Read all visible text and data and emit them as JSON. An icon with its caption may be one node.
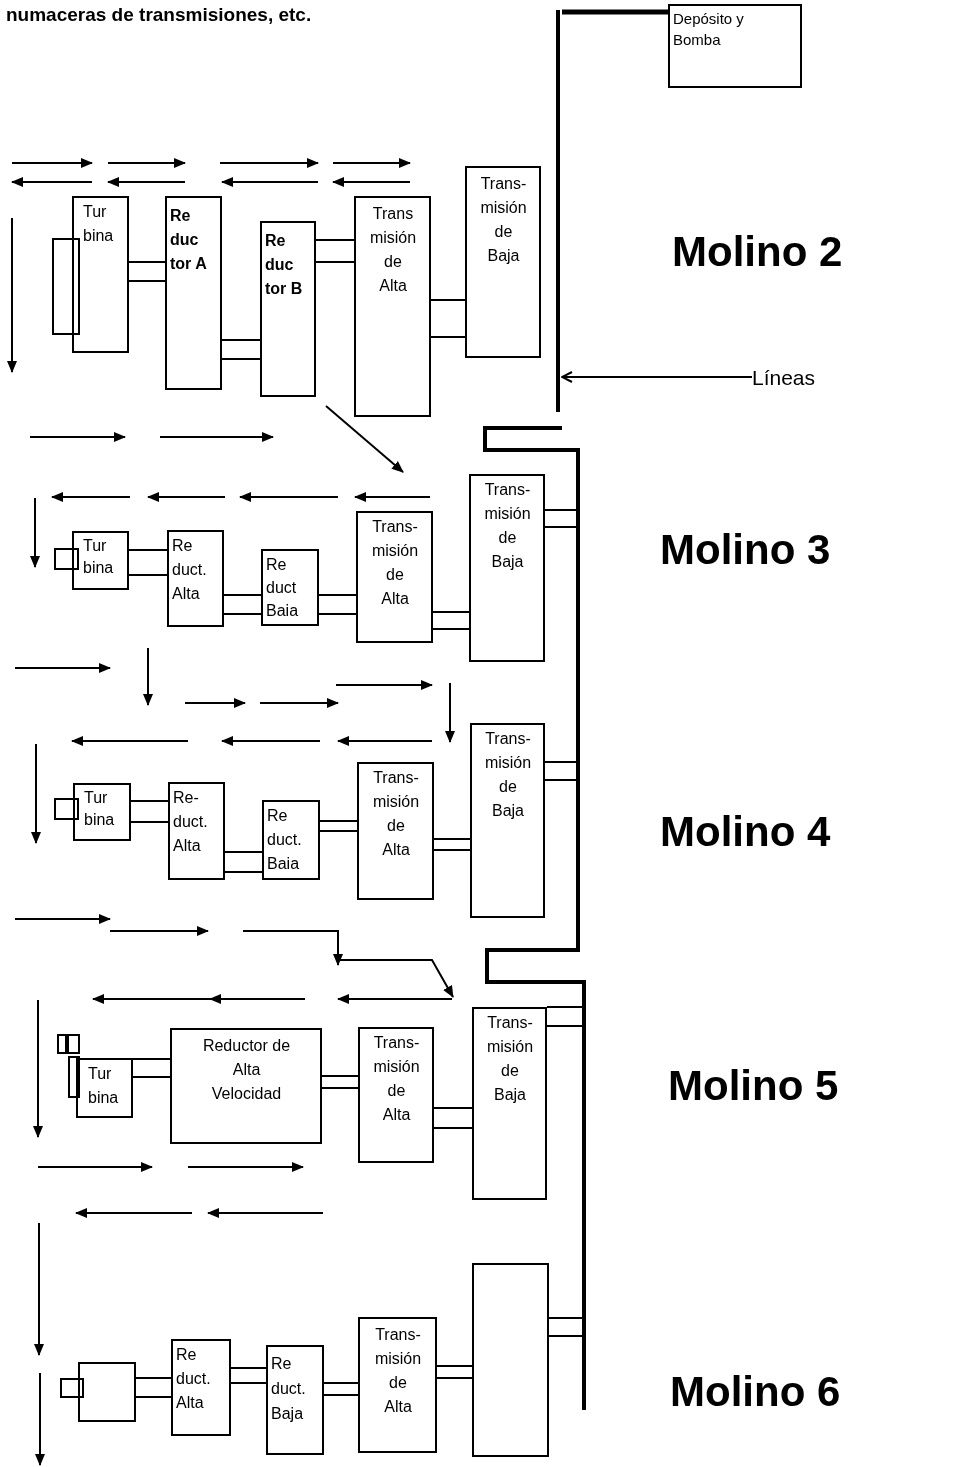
{
  "diagram": {
    "nodes": [
      {
        "text": [
          "Depósito y Bomba"
        ]
      },
      {
        "text": [
          "Líneas"
        ]
      },
      {
        "text": [
          "Tur bina"
        ]
      },
      {
        "text": [
          "Re duc tor A"
        ]
      },
      {
        "text": [
          "Re duc tor B"
        ]
      },
      {
        "text": [
          "Trans misión de Alta"
        ]
      },
      {
        "text": [
          "Trans- misión de Baja"
        ]
      },
      {
        "text": [
          "Tur bina"
        ]
      },
      {
        "text": [
          "Re duct. Alta"
        ]
      },
      {
        "text": [
          "Re duct Baia"
        ]
      },
      {
        "text": [
          "Trans- misión de Alta"
        ]
      },
      {
        "text": [
          "Trans- misión de Baja"
        ]
      },
      {
        "text": [
          "Tur bina"
        ]
      },
      {
        "text": [
          "Re- duct. Alta"
        ]
      },
      {
        "text": [
          "Re duct. Baia"
        ]
      },
      {
        "text": [
          "Trans- misión de Alta"
        ]
      },
      {
        "text": [
          "Trans- misión de Baja"
        ]
      },
      {
        "text": [
          "Tur bina"
        ]
      },
      {
        "text": [
          "Reductor de Alta Velocidad"
        ]
      },
      {
        "text": [
          "Trans- misión de Alta"
        ]
      },
      {
        "text": [
          "Trans- misión de Baja"
        ]
      },
      {
        "text": [],
        "shape": "box"
      },
      {
        "text": [
          "Re duct. Alta"
        ]
      },
      {
        "text": [
          "Re duct. Baja"
        ]
      },
      {
        "text": [
          "Trans- misión de Alta"
        ]
      },
      {
        "text": [],
        "shape": "box"
      },
      {
        "text": [],
        "shape": "bar"
      },
      {
        "text": [],
        "shape": "bar"
      },
      {
        "text": [],
        "shape": "box"
      },
      {
        "text": [],
        "shape": "box"
      },
      {
        "text": [],
        "shape": "box"
      },
      {
        "text": [],
        "shape": "box"
      },
      {
        "text": [],
        "shape": "box"
      },
      {
        "text": [],
        "shape": "box"
      },
      {
        "text": [],
        "shape": "box"
      }
    ],
    "edges": [
      {
        "from": 1,
        "to": 26,
        "arrow": "to"
      },
      {
        "from": 2,
        "to": 3,
        "arrow": "none"
      },
      {
        "from": 3,
        "to": 4,
        "arrow": "none"
      },
      {
        "from": 4,
        "to": 5,
        "arrow": "none"
      },
      {
        "from": 5,
        "to": 6,
        "arrow": "none"
      },
      {
        "from": 7,
        "to": 8,
        "arrow": "none"
      },
      {
        "from": 8,
        "to": 9,
        "arrow": "none"
      },
      {
        "from": 9,
        "to": 10,
        "arrow": "none"
      },
      {
        "from": 10,
        "to": 11,
        "arrow": "none"
      },
      {
        "from": 12,
        "to": 13,
        "arrow": "none"
      },
      {
        "from": 13,
        "to": 14,
        "arrow": "none"
      },
      {
        "from": 14,
        "to": 15,
        "arrow": "none"
      },
      {
        "from": 15,
        "to": 16,
        "arrow": "none"
      },
      {
        "from": 17,
        "to": 18,
        "arrow": "none"
      },
      {
        "from": 18,
        "to": 19,
        "arrow": "none"
      },
      {
        "from": 19,
        "to": 20,
        "arrow": "none"
      },
      {
        "from": 21,
        "to": 22,
        "arrow": "none"
      },
      {
        "from": 22,
        "to": 23,
        "arrow": "none"
      },
      {
        "from": 23,
        "to": 24,
        "arrow": "none"
      },
      {
        "from": 24,
        "to": 25,
        "arrow": "none"
      },
      {
        "from": 0,
        "to": 26,
        "arrow": "none",
        "style": "thick"
      },
      {
        "from": 11,
        "to": 27,
        "arrow": "none"
      },
      {
        "from": 16,
        "to": 27,
        "arrow": "none"
      },
      {
        "from": 20,
        "to": 27,
        "arrow": "none"
      },
      {
        "from": 25,
        "to": 27,
        "arrow": "none"
      }
    ],
    "labels": [
      "numaceras de transmisiones, etc.",
      "Molino 2",
      "Molino 3",
      "Molino 4",
      "Molino 5",
      "Molino 6"
    ]
  }
}
